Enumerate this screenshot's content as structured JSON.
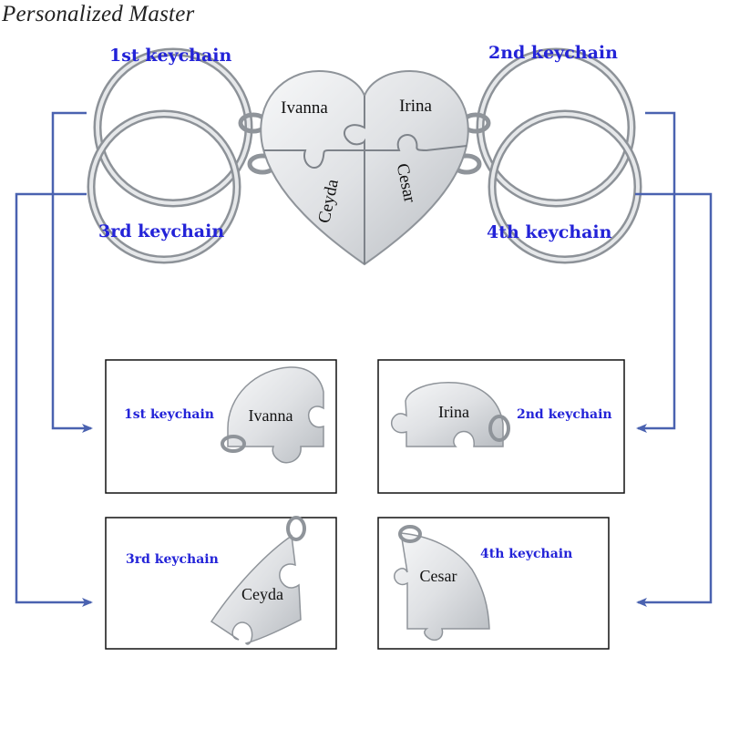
{
  "brand": "Personalized Master",
  "top_labels": {
    "first": "1st keychain",
    "second": "2nd keychain",
    "third": "3rd keychain",
    "fourth": "4th keychain"
  },
  "heart_names": {
    "top_left": "Ivanna",
    "top_right": "Irina",
    "bottom_left": "Ceyda",
    "bottom_right": "Cesar"
  },
  "panels": [
    {
      "label": "1st keychain",
      "name": "Ivanna"
    },
    {
      "label": "2nd keychain",
      "name": "Irina"
    },
    {
      "label": "3rd keychain",
      "name": "Ceyda"
    },
    {
      "label": "4th keychain",
      "name": "Cesar"
    }
  ],
  "colors": {
    "label_blue": "#2323d8",
    "arrow_blue": "#4a62b0",
    "metal": "#c9cdd2"
  }
}
